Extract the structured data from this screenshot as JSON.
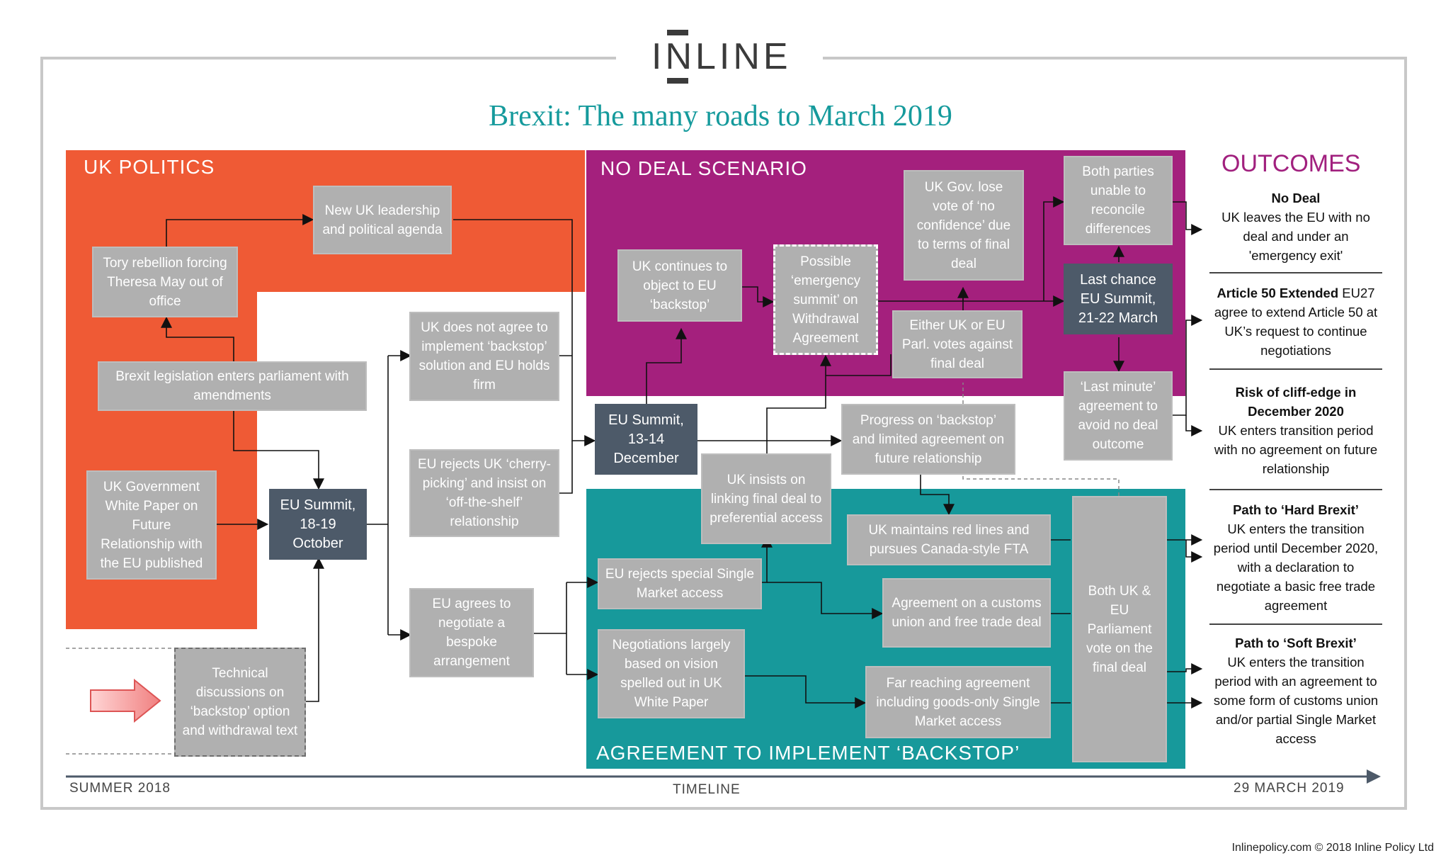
{
  "brand": {
    "logo_text": "INLINE"
  },
  "title": "Brexit: The many roads to March 2019",
  "colors": {
    "uk_politics": "#ef5a35",
    "no_deal": "#a4207d",
    "backstop": "#17999b",
    "box_grey": "#b0b0b0",
    "box_dark": "#4d5a69",
    "title_teal": "#159a9c",
    "outcomes_purple": "#a1207e"
  },
  "regions": {
    "uk_politics": "UK POLITICS",
    "no_deal": "NO DEAL SCENARIO",
    "backstop": "AGREEMENT TO IMPLEMENT ‘BACKSTOP’"
  },
  "boxes": {
    "new_uk_leadership": "New UK leadership and political agenda",
    "tory_rebellion": "Tory rebellion forcing Theresa May out of office",
    "brexit_legislation": "Brexit legislation enters parliament with amendments",
    "uk_white_paper": "UK Government White Paper on Future Relationship with the EU published",
    "eu_summit_oct": "EU Summit, 18-19 October",
    "technical_discussions": "Technical discussions on ‘backstop’ option and withdrawal text",
    "uk_not_agree": "UK does not agree to implement ‘backstop’ solution and EU holds firm",
    "eu_rejects_cherry": "EU rejects UK ‘cherry-picking’ and insist on ‘off-the-shelf’ relationship",
    "eu_agrees_bespoke": "EU agrees to negotiate a bespoke arrangement",
    "eu_summit_dec": "EU Summit, 13-14 December",
    "uk_continues_object": "UK continues to object to EU ‘backstop’",
    "emergency_summit": "Possible ‘emergency summit’ on Withdrawal Agreement",
    "uk_gov_lose": "UK Gov. lose vote of ‘no confidence’ due to terms of final deal",
    "either_votes_against": "Either UK or EU Parl. votes against final deal",
    "both_parties_unable": "Both parties unable to reconcile differences",
    "last_chance_summit": "Last chance EU Summit, 21-22 March",
    "last_minute_agreement": "‘Last minute’ agreement to avoid no deal outcome",
    "progress_backstop": "Progress on ‘backstop’ and limited agreement on future relationship",
    "uk_insists_linking": "UK insists on linking final deal to preferential access",
    "eu_rejects_special": "EU rejects special Single Market access",
    "negotiations_vision": "Negotiations largely based on vision spelled out in UK White Paper",
    "uk_red_lines": "UK maintains red lines and pursues Canada-style FTA",
    "customs_union": "Agreement on a customs union and free trade deal",
    "far_reaching": "Far reaching agreement including goods-only Single Market access",
    "both_parliament_vote": "Both UK & EU Parliament vote on the final deal"
  },
  "outcomes": {
    "title": "OUTCOMES",
    "items": [
      {
        "heading": "No Deal",
        "text": "UK leaves the EU with no deal and under an 'emergency exit'"
      },
      {
        "heading": "Article 50 Extended",
        "text": "EU27 agree to extend Article 50 at UK’s request to continue negotiations"
      },
      {
        "heading": "Risk of cliff-edge in December 2020",
        "text": "UK enters transition period with no agreement on future relationship"
      },
      {
        "heading": "Path to ‘Hard Brexit’",
        "text": "UK enters the transition period until December 2020, with a declaration to negotiate a basic free trade agreement"
      },
      {
        "heading": "Path to ‘Soft Brexit’",
        "text": "UK enters the transition period with an agreement to some form of customs union and/or partial Single Market access"
      }
    ]
  },
  "timeline": {
    "start": "SUMMER 2018",
    "label": "TIMELINE",
    "end": "29 MARCH 2019"
  },
  "footer": "Inlinepolicy.com  © 2018 Inline Policy Ltd"
}
